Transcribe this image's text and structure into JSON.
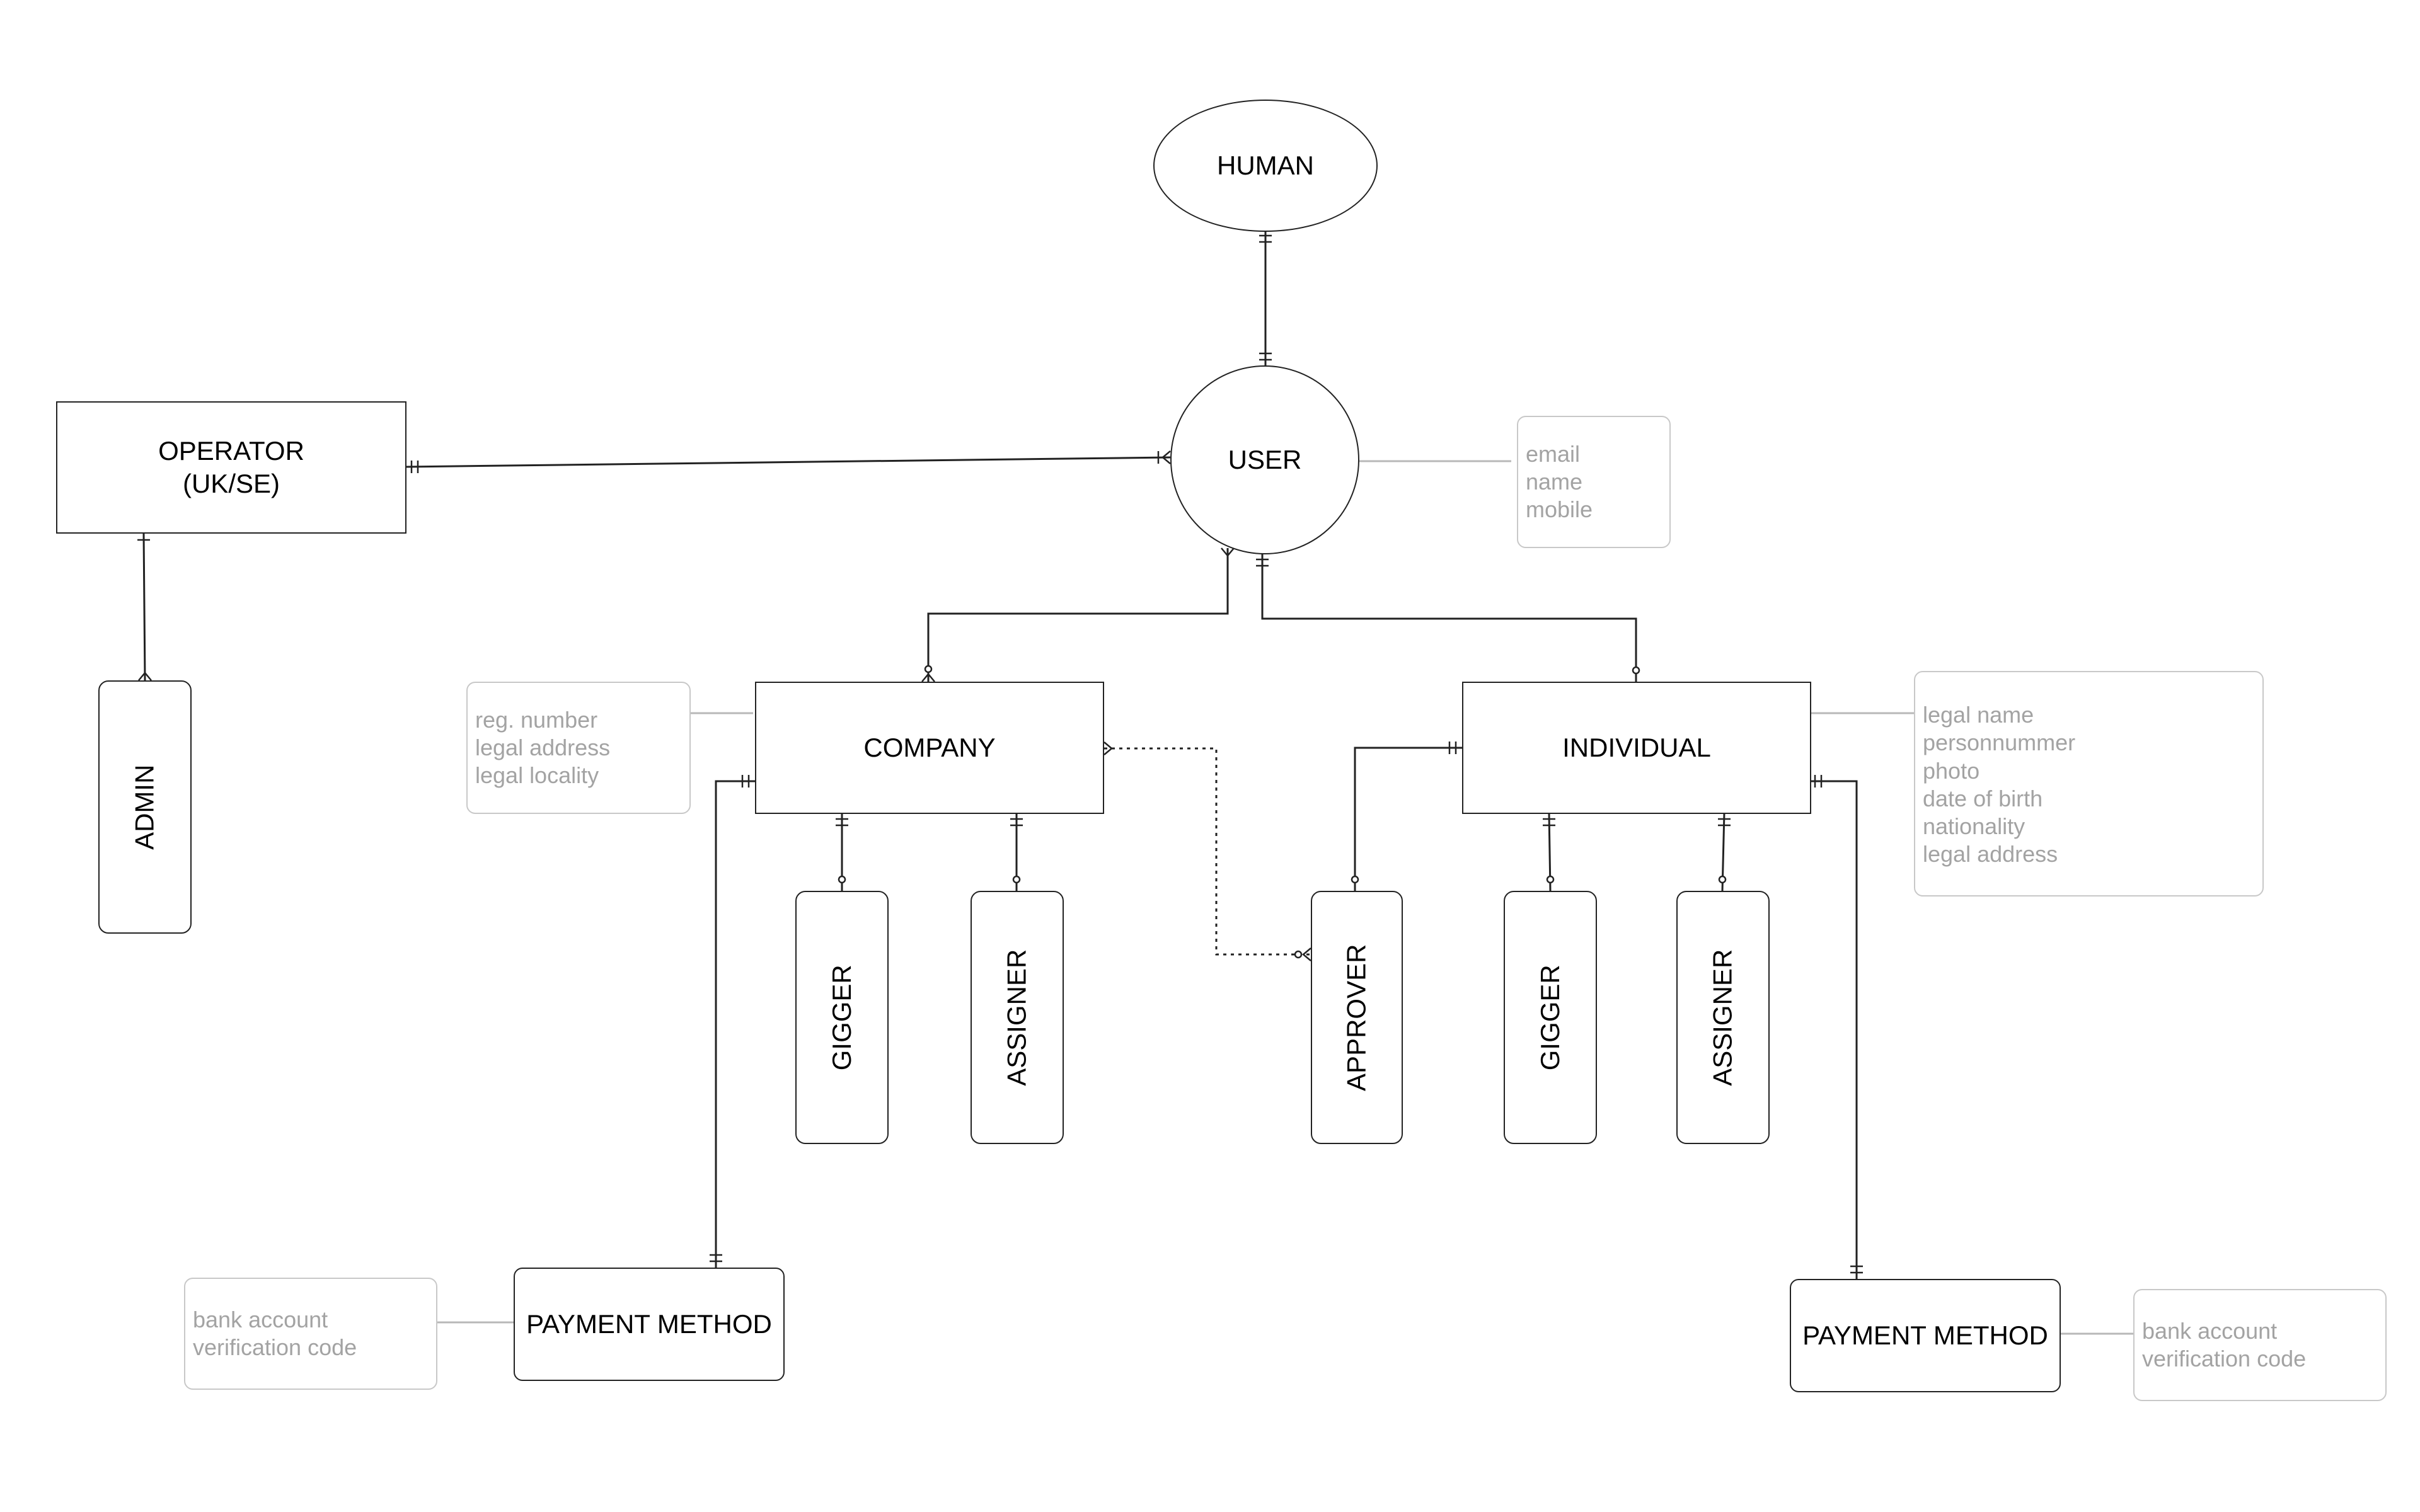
{
  "entities": {
    "human": "HUMAN",
    "user": "USER",
    "operator": [
      "OPERATOR",
      "(UK/SE)"
    ],
    "admin": "ADMIN",
    "company": "COMPANY",
    "individual": "INDIVIDUAL",
    "company_gigger": "GIGGER",
    "company_assigner": "ASSIGNER",
    "approver": "APPROVER",
    "individual_gigger": "GIGGER",
    "individual_assigner": "ASSIGNER",
    "company_payment": "PAYMENT METHOD",
    "individual_payment": "PAYMENT METHOD"
  },
  "attributes": {
    "user": [
      "email",
      "name",
      "mobile"
    ],
    "company": [
      "reg. number",
      "legal address",
      "legal locality"
    ],
    "individual": [
      "legal name",
      "personnummer",
      "photo",
      "date of birth",
      "nationality",
      "legal address"
    ],
    "company_payment": [
      "bank account",
      "verification code"
    ],
    "individual_payment": [
      "bank account",
      "verification code"
    ]
  },
  "colors": {
    "entity_border": "#222222",
    "attribute_border": "#c8c8c8",
    "attribute_text": "#a3a3a3",
    "relation_line": "#222222",
    "attribute_link": "#b8b8b8"
  },
  "relations": [
    {
      "from": "human",
      "to": "user",
      "cardinality": "one-to-one"
    },
    {
      "from": "user",
      "to": "operator",
      "cardinality": "one-to-many"
    },
    {
      "from": "operator",
      "to": "admin",
      "cardinality": "one-to-many"
    },
    {
      "from": "user",
      "to": "company",
      "cardinality": "zero-or-many"
    },
    {
      "from": "user",
      "to": "individual",
      "cardinality": "zero-or-one"
    },
    {
      "from": "company",
      "to": "company_gigger",
      "cardinality": "zero-or-one"
    },
    {
      "from": "company",
      "to": "company_assigner",
      "cardinality": "zero-or-one"
    },
    {
      "from": "company",
      "to": "approver",
      "cardinality": "zero-or-many",
      "style": "dotted"
    },
    {
      "from": "individual",
      "to": "approver",
      "cardinality": "zero-or-one"
    },
    {
      "from": "individual",
      "to": "individual_gigger",
      "cardinality": "zero-or-one"
    },
    {
      "from": "individual",
      "to": "individual_assigner",
      "cardinality": "zero-or-one"
    },
    {
      "from": "company",
      "to": "company_payment",
      "cardinality": "one-to-one"
    },
    {
      "from": "individual",
      "to": "individual_payment",
      "cardinality": "one-to-one"
    }
  ]
}
